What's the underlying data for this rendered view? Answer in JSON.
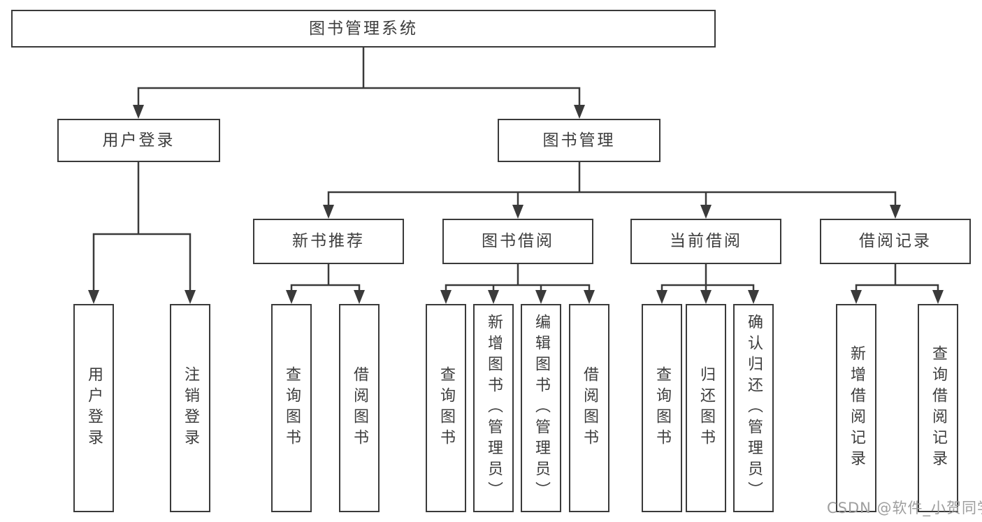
{
  "diagram": {
    "root": {
      "label": "图书管理系统"
    },
    "level2": [
      {
        "label": "用户登录"
      },
      {
        "label": "图书管理"
      }
    ],
    "level3": [
      {
        "label": "新书推荐"
      },
      {
        "label": "图书借阅"
      },
      {
        "label": "当前借阅"
      },
      {
        "label": "借阅记录"
      }
    ],
    "leaves": [
      {
        "label": "用户登录"
      },
      {
        "label": "注销登录"
      },
      {
        "label": "查询图书"
      },
      {
        "label": "借阅图书"
      },
      {
        "label": "查询图书"
      },
      {
        "label": "新增图书（管理员）"
      },
      {
        "label": "编辑图书（管理员）"
      },
      {
        "label": "借阅图书"
      },
      {
        "label": "查询图书"
      },
      {
        "label": "归还图书"
      },
      {
        "label": "确认归还（管理员）"
      },
      {
        "label": "新增借阅记录"
      },
      {
        "label": "查询借阅记录"
      }
    ]
  },
  "watermark": {
    "text": "CSDN @软件_小贺同学"
  },
  "colors": {
    "line": "#3a3a3a",
    "text": "#3d3d3d",
    "watermark": "#9e9e9e",
    "background": "#ffffff"
  }
}
